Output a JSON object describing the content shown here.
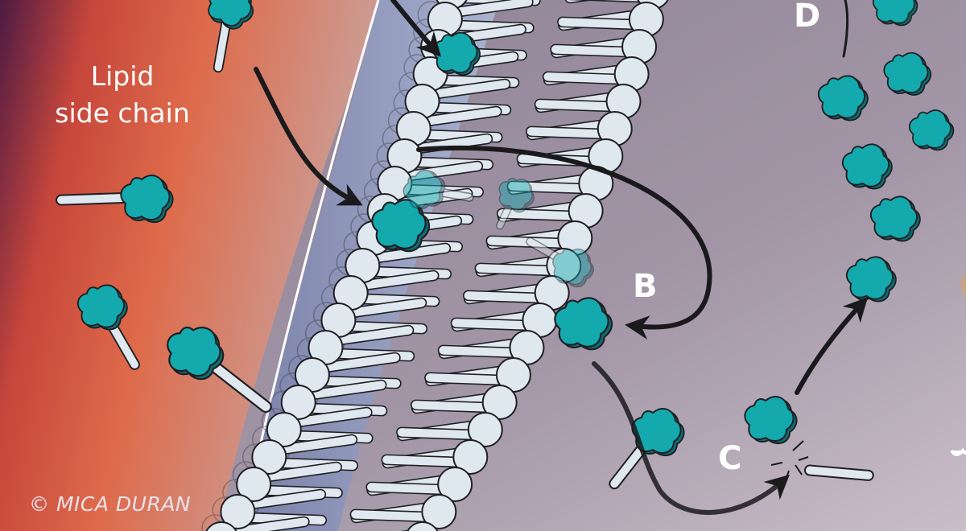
{
  "labels": {
    "lipid_side_chain_line1": "Lipid",
    "lipid_side_chain_line2": "side chain",
    "step_b": "B",
    "step_c": "C",
    "step_d": "D"
  },
  "credit": "© MICA DURAN",
  "colors": {
    "protein": "#14a9ad",
    "protein_shadow": "#0b6f73",
    "lipid_head": "#dfe8ee",
    "outline": "#1f1f24",
    "arrow": "#1a1a1d",
    "exterior_warm": "#d9503a",
    "exterior_dark": "#5a1f45",
    "membrane_outer_zone": "#8e95b8",
    "interior": "#9c8fa0"
  },
  "icons": [
    "protein-anchor-icon",
    "lipid-tail-icon",
    "curved-arrow-icon",
    "cleavage-burst-icon"
  ]
}
